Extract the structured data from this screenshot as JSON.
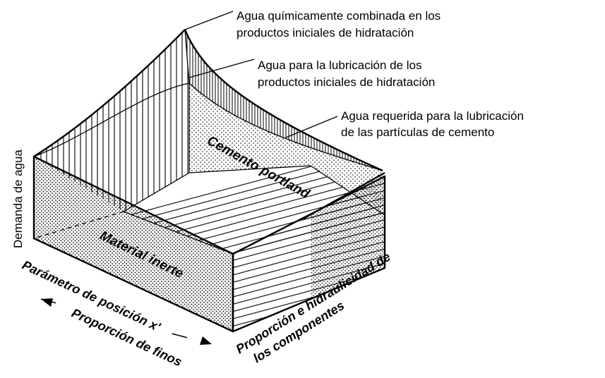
{
  "callouts": {
    "chemically_combined": [
      "Agua químicamente combinada en los",
      "productos iniciales de hidratación"
    ],
    "lubrication_products": [
      "Agua para la lubricación de los",
      "productos iniciales de hidratación"
    ],
    "lubrication_particles": [
      "Agua requerida para la lubricación",
      "de las partículas de cemento"
    ]
  },
  "regions": {
    "portland_cement": "Cemento portland",
    "inert_material": "Material inerte"
  },
  "axes": {
    "y_label": "Demanda de agua",
    "position_param": "Parámetro de posición x'",
    "fines_proportion": "Proporción de finos",
    "hydraulicity": [
      "Proporción e hidraulicidad de",
      "los componentes"
    ]
  }
}
